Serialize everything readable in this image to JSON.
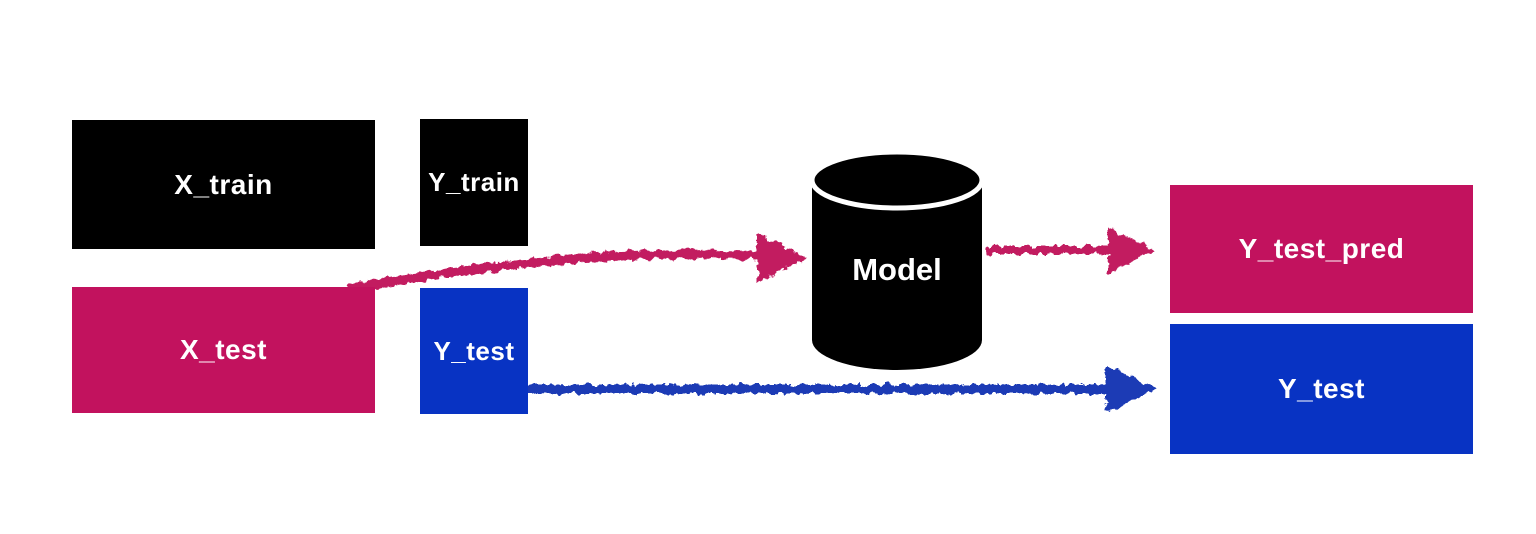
{
  "diagram": {
    "nodes": {
      "x_train": {
        "label": "X_train"
      },
      "y_train": {
        "label": "Y_train"
      },
      "x_test": {
        "label": "X_test"
      },
      "y_test_left": {
        "label": "Y_test"
      },
      "model": {
        "label": "Model"
      },
      "y_test_pred": {
        "label": "Y_test_pred"
      },
      "y_test_right": {
        "label": "Y_test"
      }
    },
    "edges": [
      {
        "from": "X_test",
        "to": "Model",
        "style": "crayon",
        "color_key": "pink_arrow"
      },
      {
        "from": "Model",
        "to": "Y_test_pred",
        "style": "crayon",
        "color_key": "pink_arrow"
      },
      {
        "from": "Y_test",
        "to": "Y_test",
        "style": "crayon",
        "color_key": "blue_arrow"
      }
    ],
    "colors": {
      "black": "#000000",
      "pink": "#C2125E",
      "blue": "#0833C3",
      "pink_arrow": "#C21A60",
      "blue_arrow": "#1C3AB5",
      "text": "#ffffff",
      "background": "#ffffff"
    }
  }
}
